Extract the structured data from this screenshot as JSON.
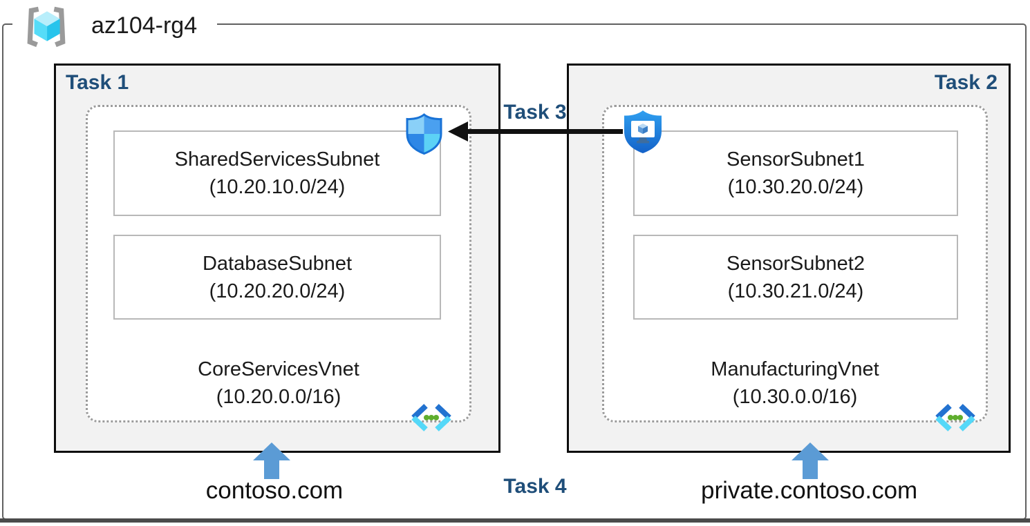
{
  "resource_group": {
    "name": "az104-rg4"
  },
  "boxes": [
    {
      "label": "Task 1",
      "subnets": [
        {
          "name": "SharedServicesSubnet",
          "cidr": "(10.20.10.0/24)"
        },
        {
          "name": "DatabaseSubnet",
          "cidr": "(10.20.20.0/24)"
        }
      ],
      "vnet_name": "CoreServicesVnet",
      "vnet_cidr": "(10.20.0.0/16)",
      "dns_zone": "contoso.com"
    },
    {
      "label": "Task 2",
      "subnets": [
        {
          "name": "SensorSubnet1",
          "cidr": "(10.30.20.0/24)"
        },
        {
          "name": "SensorSubnet2",
          "cidr": "(10.30.21.0/24)"
        }
      ],
      "vnet_name": "ManufacturingVnet",
      "vnet_cidr": "(10.30.0.0/16)",
      "dns_zone": "private.contoso.com"
    }
  ],
  "annotations": {
    "task3": "Task 3",
    "task4": "Task 4"
  },
  "icons": {
    "resource_group": "resource-group-icon",
    "network_security_group": "nsg-shield-icon",
    "application_security_group": "asg-shield-icon",
    "virtual_network": "virtual-network-icon",
    "dns_up_arrow": "up-arrow-icon",
    "peering_left_arrow": "left-arrow-icon"
  },
  "colors": {
    "task_label": "#1F4E79",
    "dns_arrow_blue": "#5B9BD5",
    "box_fill": "#F2F2F2",
    "frame_gray": "#606060",
    "nsg_outline_blue": "#1872D6",
    "vnet_green_dots": "#5FAE2E"
  }
}
